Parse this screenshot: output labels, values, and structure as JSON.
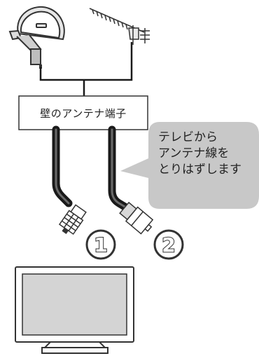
{
  "wall_terminal": {
    "label": "壁のアンテナ端子"
  },
  "speech_bubble": {
    "lines": [
      "テレビから",
      "アンテナ線を",
      "とりはずします"
    ]
  },
  "steps": [
    "1",
    "2"
  ],
  "colors": {
    "bubble": "#c8c8c8",
    "cable": "#1a1a1a",
    "outline": "#333333",
    "screen": "#d4d4d4"
  },
  "icons": [
    "satellite-dish-icon",
    "uhf-antenna-icon",
    "f-connector-plug-icon",
    "straight-plug-icon",
    "television-icon"
  ]
}
